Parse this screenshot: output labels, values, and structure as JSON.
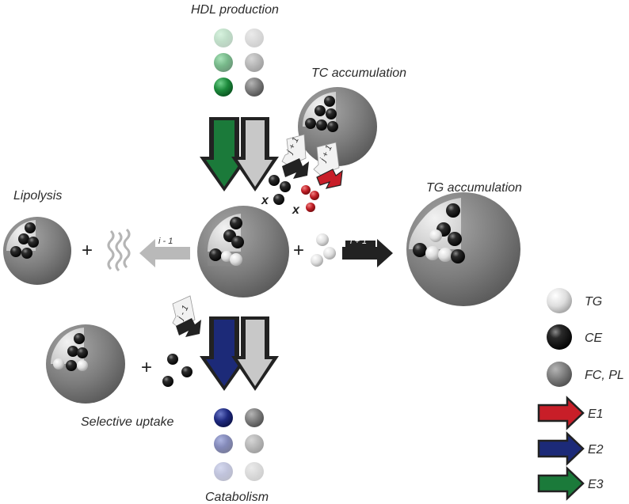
{
  "labels": {
    "hdl_production": "HDL production",
    "tc_accumulation": "TC accumulation",
    "tg_accumulation": "TG accumulation",
    "lipolysis": "Lipolysis",
    "selective_uptake": "Selective uptake",
    "catabolism": "Catabolism"
  },
  "step_labels": {
    "i_minus_1": "i - 1",
    "i_plus_1": "i + 1",
    "j_plus_1": "j + 1",
    "j_minus_1": "j - 1",
    "j_plus_1_red": "j + 1"
  },
  "symbols": {
    "plus": "+",
    "cross": "x"
  },
  "legend": {
    "tg": "TG",
    "ce": "CE",
    "fc_pl": "FC, PL",
    "e1": "E1",
    "e2": "E2",
    "e3": "E3"
  },
  "colors": {
    "e1": "#c81e28",
    "e2": "#1c2a78",
    "e3": "#1b7a3a",
    "particle_shell": "#7d7d7d",
    "ce_ball": "#1a1a1a",
    "tg_ball": "#e8e8e8"
  }
}
